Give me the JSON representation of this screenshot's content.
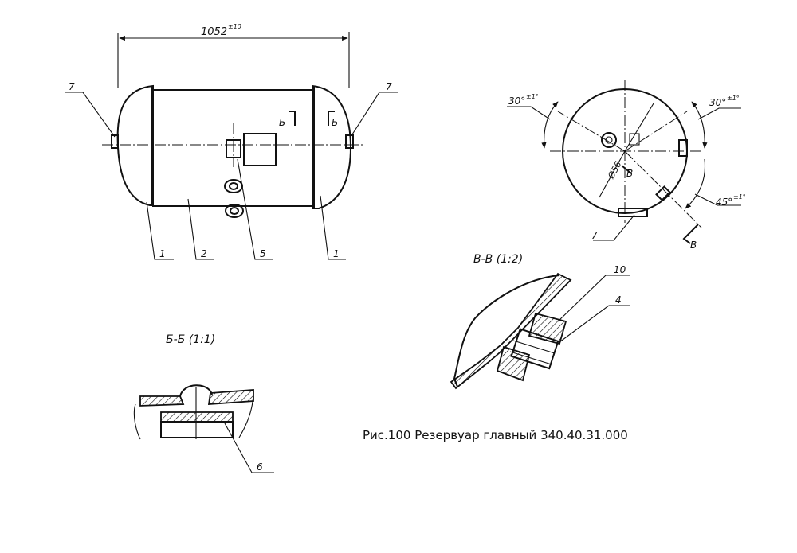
{
  "caption": "Рис.100 Резервуар главный 340.40.31.000",
  "main_view": {
    "dimension_length": "1052",
    "dimension_tol": "±10",
    "callouts": [
      "7",
      "7",
      "1",
      "2",
      "5",
      "1"
    ],
    "section_mark": "Б"
  },
  "end_view": {
    "angle_left": "30°",
    "angle_left_tol": "±1°",
    "angle_right": "30°",
    "angle_right_tol": "±1°",
    "angle_bottom": "45°",
    "angle_bottom_tol": "±1°",
    "diameter": "Ø56",
    "section_mark": "В",
    "callout": "7"
  },
  "section_bb": {
    "title": "Б-Б (1:1)",
    "callout": "6"
  },
  "section_vv": {
    "title": "В-В (1:2)",
    "callouts": [
      "10",
      "4"
    ]
  }
}
